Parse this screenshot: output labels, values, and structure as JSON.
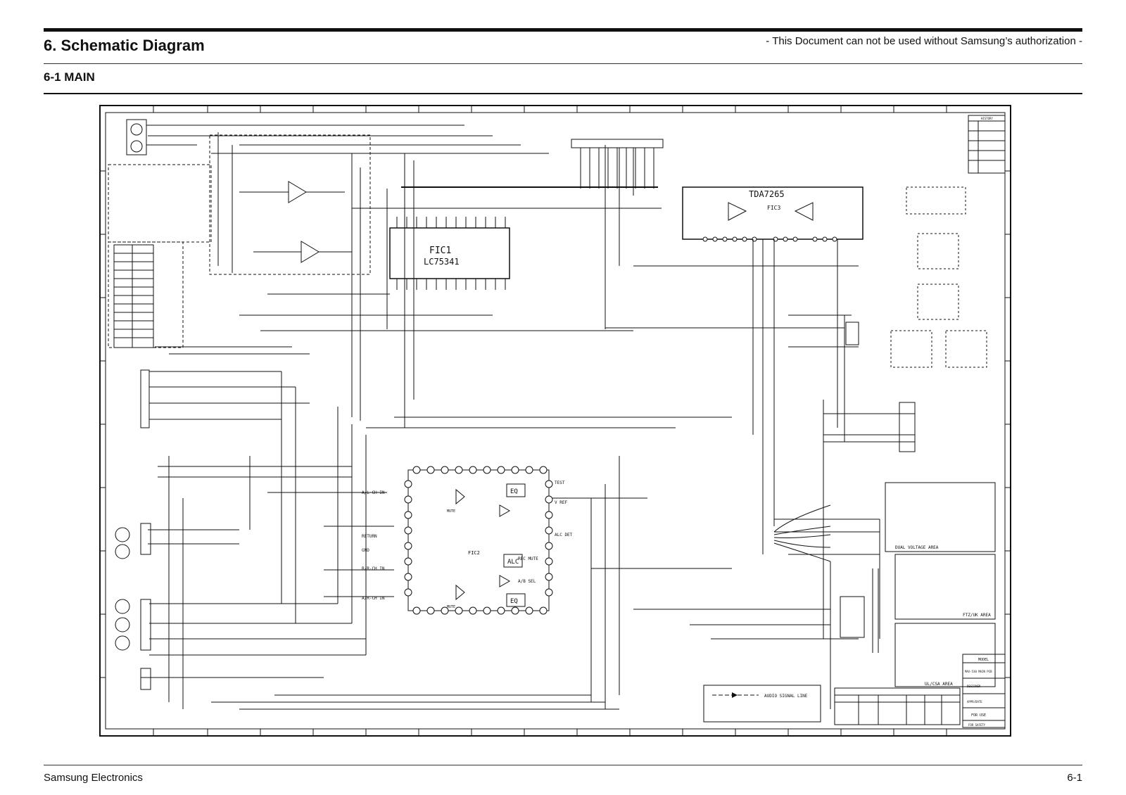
{
  "header": {
    "title": "6. Schematic Diagram",
    "notice": "- This Document can not be used without Samsung’s authorization -",
    "subtitle": "6-1 MAIN"
  },
  "schematic": {
    "ic_tone": "FIC1",
    "ic_tone_part": "LC75341",
    "ic_amp": "TDA7265",
    "ic_amp_ref": "FIC3",
    "ic_rec": "FIC2",
    "eq_label": "EQ",
    "alc_label": "ALC",
    "mute_label": "MUTE",
    "legend_label": "AUDIO SIGNAL LINE",
    "area_dual": "DUAL VOLTAGE AREA",
    "area_ftz": "FTZ/UK AREA",
    "area_ul": "UL/CSA AREA",
    "model_label": "MODEL",
    "model_value": "MAX-530 MAIN PCB",
    "designer_label": "DESIGNER",
    "appr_label": "APPR/DATE",
    "for_use_label": "FOR USE",
    "for_safety_label": "FOR SAFETY",
    "history_label": "HISTORY",
    "pin_labels": [
      "A/L-CH IN",
      "RETURN",
      "GND",
      "B/R-CH IN",
      "A/R-CH IN",
      "V REF",
      "TEST",
      "ALC DET",
      "REC MUTE",
      "A/B SEL"
    ]
  },
  "footer": {
    "left": "Samsung Electronics",
    "right": "6-1"
  }
}
